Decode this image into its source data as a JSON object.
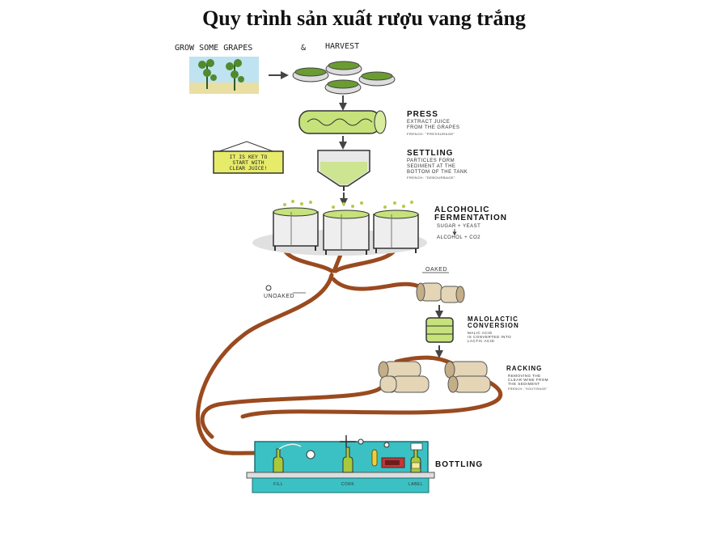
{
  "title": "Quy trình sản xuất rượu vang trắng",
  "top": {
    "grow": "GROW SOME GRAPES",
    "amp": "&",
    "harvest": "HARVEST"
  },
  "press": {
    "head": "PRESS",
    "d1": "EXTRACT JUICE",
    "d2": "FROM THE GRAPES",
    "fr": "FRENCH: \"PRESSURAGE\""
  },
  "settling": {
    "head": "SETTLING",
    "d1": "PARTICLES FORM",
    "d2": "SEDIMENT AT THE",
    "d3": "BOTTOM OF THE TANK",
    "fr": "FRENCH: \"DEBOURBAGE\""
  },
  "sign": {
    "l1": "IT IS KEY TO",
    "l2": "START WITH",
    "l3": "CLEAR JUICE!"
  },
  "ferment": {
    "h1": "ALCOHOLIC",
    "h2": "FERMENTATION",
    "d1": "SUGAR + YEAST",
    "d2": "ALCOHOL + CO2"
  },
  "oaked": "OAKED",
  "unoaked": "UNOAKED",
  "malo": {
    "h1": "MALOLACTIC",
    "h2": "CONVERSION",
    "d1": "MALIC ACID",
    "d2": "IS CONVERTED INTO",
    "d3": "LACTIC ACID"
  },
  "racking": {
    "head": "RACKING",
    "d1": "REMOVING THE",
    "d2": "CLEAR WINE FROM",
    "d3": "THE SEDIMENT",
    "fr": "FRENCH: \"SOUTIRAGE\""
  },
  "bottling": {
    "head": "BOTTLING",
    "fill": "FILL",
    "cork": "CORK",
    "label": "LABEL"
  },
  "colors": {
    "pipe": "#9a4a1f",
    "juice": "#c6e27a",
    "machine": "#3bc1c4",
    "outline": "#333333"
  }
}
